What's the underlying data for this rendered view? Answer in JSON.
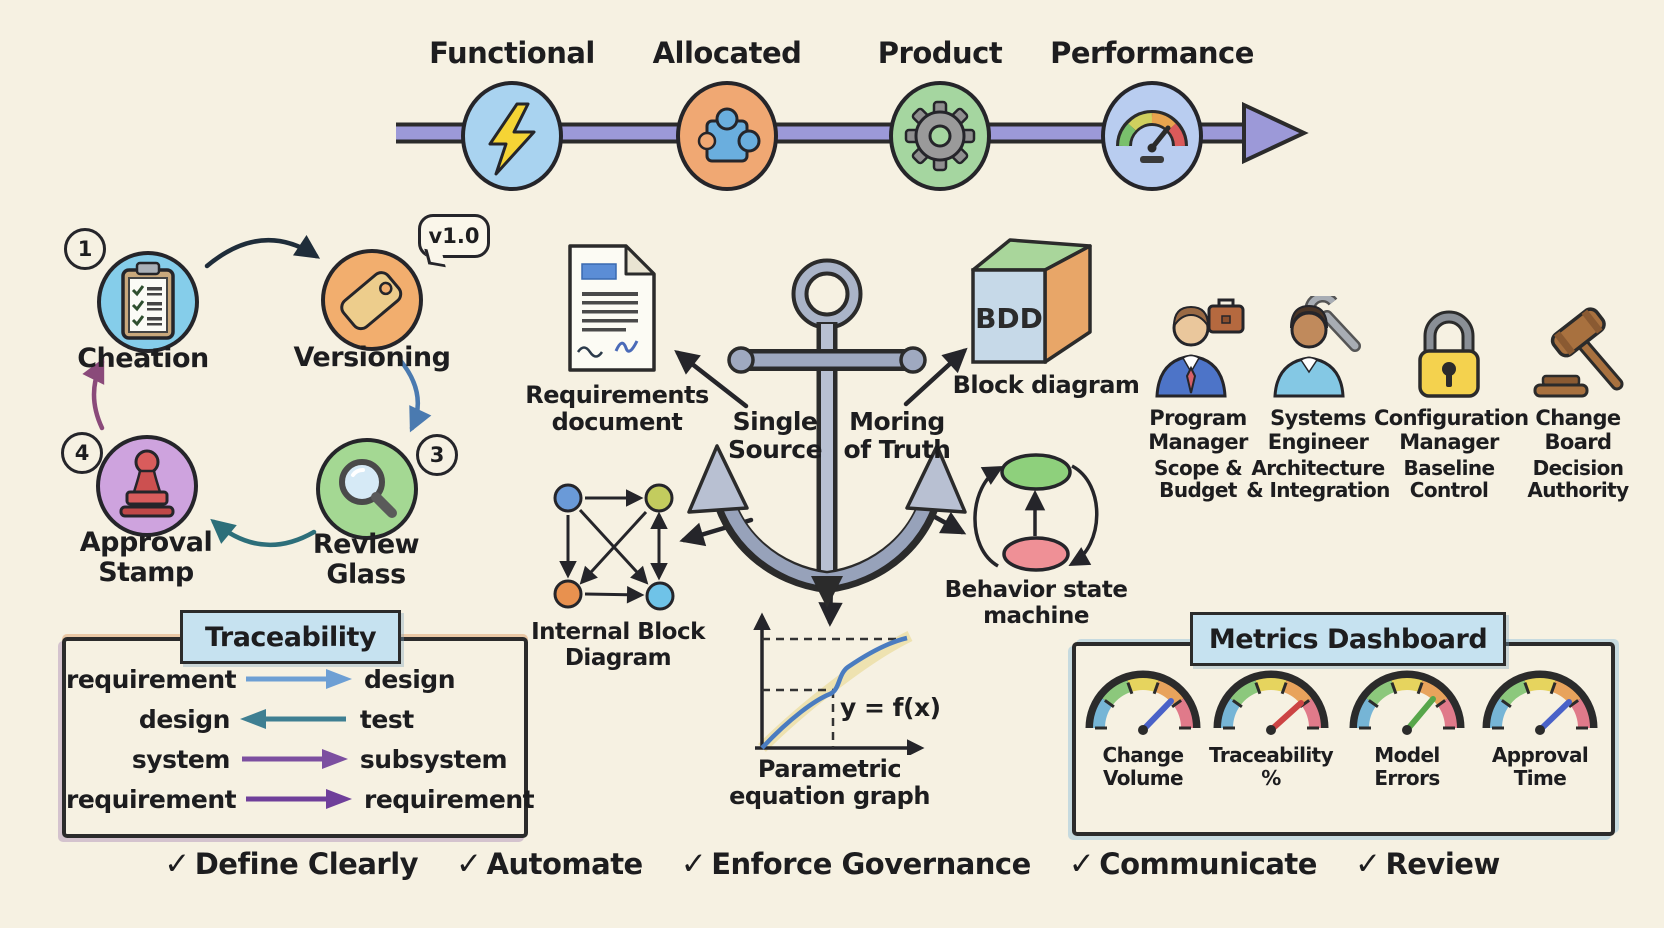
{
  "palette": {
    "background": "#f6f1e2",
    "ink": "#2b2b2b"
  },
  "timeline": {
    "arrow_color": "#9c99d8",
    "items": [
      {
        "label": "Functional",
        "icon": "lightning-icon",
        "color": "#a9d3f0"
      },
      {
        "label": "Allocated",
        "icon": "puzzle-icon",
        "color": "#f0a873"
      },
      {
        "label": "Product",
        "icon": "gear-icon",
        "color": "#a5d6a0"
      },
      {
        "label": "Performance",
        "icon": "gauge-icon",
        "color": "#b9cdf0"
      }
    ]
  },
  "lifecycle": {
    "steps": [
      {
        "number": "1",
        "label": "Cheation",
        "icon": "clipboard-icon",
        "color": "#85cdea"
      },
      {
        "number": "",
        "label": "Versioning",
        "icon": "tag-icon",
        "color": "#f2ae6e",
        "bubble": "v1.0"
      },
      {
        "number": "3",
        "label": "Review Glass",
        "icon": "magnifier-icon",
        "color": "#a4d893"
      },
      {
        "number": "4",
        "label": "Approval Stamp",
        "icon": "stamp-icon",
        "color": "#cea3de"
      }
    ]
  },
  "center": {
    "requirements_label": "Requirements document",
    "single_source": "Single Source",
    "truth": "Moring of Truth",
    "bdd_text": "BDD",
    "block_diagram_label": "Block diagram",
    "ibd_label": "Internal Block Diagram",
    "state_machine_label": "Behavior state machine",
    "parametric_label": "Parametric equation graph",
    "equation": "y = f(x)"
  },
  "roles": [
    {
      "title": "Program Manager",
      "subtitle": "Scope & Budget",
      "icon": "program-manager-icon"
    },
    {
      "title": "Systems Engineer",
      "subtitle": "Architecture & Integration",
      "icon": "systems-engineer-icon"
    },
    {
      "title": "Configuration Manager",
      "subtitle": "Baseline Control",
      "icon": "padlock-icon"
    },
    {
      "title": "Change Board",
      "subtitle": "Decision Authority",
      "icon": "gavel-icon"
    }
  ],
  "traceability": {
    "title": "Traceability",
    "rows": [
      {
        "from": "requirement",
        "to": "design",
        "direction": "right",
        "color": "#6d9fd4"
      },
      {
        "from": "design",
        "to": "test",
        "direction": "left",
        "color": "#3e7f92"
      },
      {
        "from": "system",
        "to": "subsystem",
        "direction": "right",
        "color": "#7c4fa0"
      },
      {
        "from": "requirement",
        "to": "requirement",
        "direction": "right",
        "color": "#6f3f9a"
      }
    ]
  },
  "metrics": {
    "title": "Metrics Dashboard",
    "gauges": [
      {
        "label": "Change Volume",
        "needle_color": "#4a62c8"
      },
      {
        "label": "Traceability %",
        "needle_color": "#cc4444"
      },
      {
        "label": "Model Errors",
        "needle_color": "#57a64a"
      },
      {
        "label": "Approval Time",
        "needle_color": "#4a62c8"
      }
    ]
  },
  "checklist": {
    "check": "✓",
    "items": [
      "Define Clearly",
      "Automate",
      "Enforce Governance",
      "Communicate",
      "Review"
    ]
  }
}
